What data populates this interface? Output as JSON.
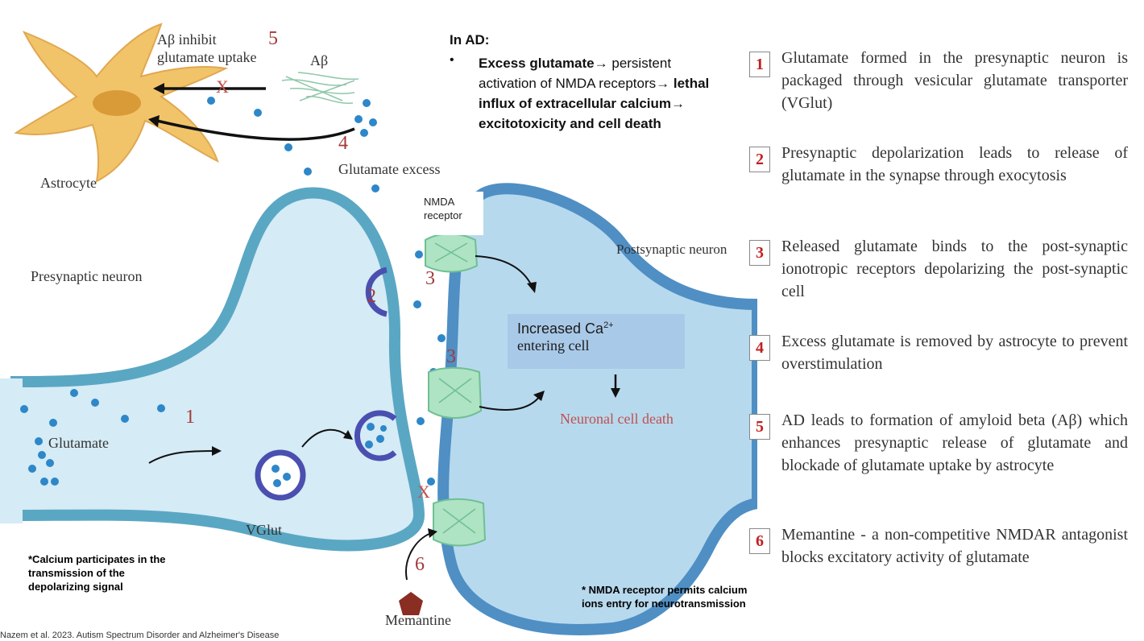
{
  "diagram": {
    "astrocyte_label": "Astrocyte",
    "abeta_inhibit_line1": "Aβ inhibit",
    "abeta_inhibit_line2": "glutamate uptake",
    "abeta_label": "Aβ",
    "glutamate_excess_label": "Glutamate excess",
    "presynaptic_label": "Presynaptic neuron",
    "postsynaptic_label": "Postsynaptic neuron",
    "nmda_receptor_label": "NMDA receptor",
    "glutamate_label": "Glutamate",
    "vglut_label": "VGlut",
    "memantine_label": "Memantine",
    "neuronal_death_label": "Neuronal cell death",
    "ca_box_line1": "Increased Ca",
    "ca_box_sup": "2+",
    "ca_box_line2": "entering cell",
    "block_mark": "X",
    "numbers": {
      "n1": "1",
      "n2": "2",
      "n3a": "3",
      "n3b": "3",
      "n4": "4",
      "n5": "5",
      "n6": "6"
    }
  },
  "ad_panel": {
    "heading": "In AD:",
    "bullet": "•",
    "part1_bold": "Excess glutamate→",
    "part2": " persistent activation of NMDA receptors",
    "part3_bold": "→ lethal influx of extracellular calcium→ excitotoxicity and cell death"
  },
  "steps": [
    {
      "num": "1",
      "text": "Glutamate formed in the presynaptic neuron is packaged through vesicular glutamate transporter (VGlut)"
    },
    {
      "num": "2",
      "text": "Presynaptic depolarization leads to release of glutamate in the synapse through exocytosis"
    },
    {
      "num": "3",
      "text": "Released glutamate binds to the post-synaptic ionotropic receptors depolarizing the post-synaptic cell"
    },
    {
      "num": "4",
      "text": "Excess glutamate is removed by astrocyte to prevent overstimulation"
    },
    {
      "num": "5",
      "text": "AD leads to formation of amyloid beta (Aβ) which enhances presynaptic release of glutamate and blockade of glutamate uptake by astrocyte"
    },
    {
      "num": "6",
      "text": "Memantine - a non-competitive NMDAR antagonist blocks excitatory activity of glutamate"
    }
  ],
  "notes": {
    "calcium": "*Calcium participates in the transmission of the depolarizing signal",
    "nmda": "* NMDA receptor permits calcium ions entry for neurotransmission",
    "citation": "Nazem et al. 2023. Autism Spectrum Disorder and Alzheimer's Disease"
  },
  "colors": {
    "membrane": "#5aa7c4",
    "cytoplasm": "#d5ebf5",
    "postsynaptic_fill": "#b7d9ee",
    "vesicle": "#4a4fb0",
    "glutamate_dot": "#2d87c9",
    "astrocyte": "#f2c46a",
    "receptor": "#aee3c4",
    "number_red": "#a33a3a",
    "memantine": "#8a2d22"
  }
}
